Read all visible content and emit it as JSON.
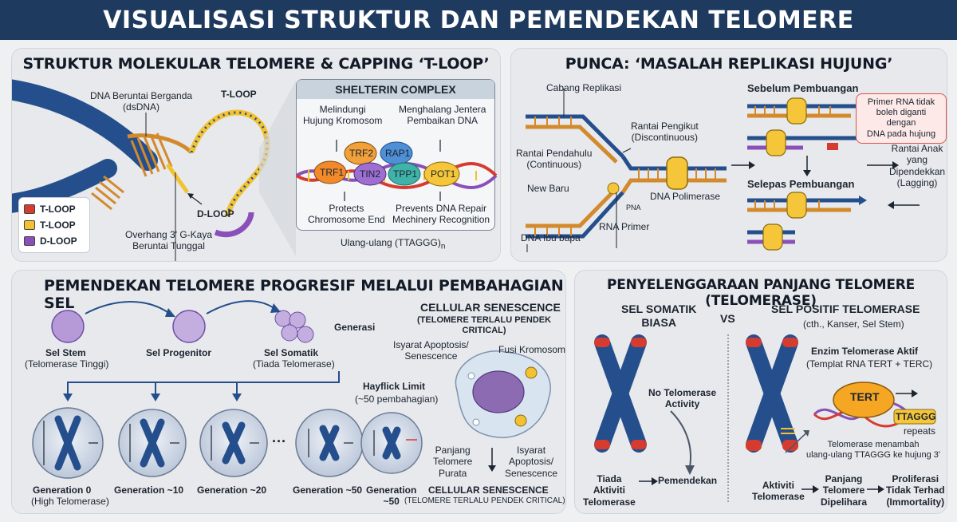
{
  "main_title": "VISUALISASI STRUKTUR DAN PEMENDEKAN TELOMERE",
  "panel1": {
    "heading": "STRUKTUR MOLEKULAR TELOMERE & CAPPING ‘T-LOOP’",
    "dsdna_label": "DNA Beruntai Berganda\n(dsDNA)",
    "tloop_label": "T-LOOP",
    "dloop_label": "D-LOOP",
    "overhang_label": "Overhang 3' G-Kaya\nBeruntai Tunggal",
    "legend": [
      {
        "name": "T-LOOP",
        "color": "#d63b2f"
      },
      {
        "name": "T-LOOP",
        "color": "#f2c230"
      },
      {
        "name": "D-LOOP",
        "color": "#8a4fb8"
      }
    ],
    "shelterin": {
      "title": "SHELTERIN COMPLEX",
      "top_left": "Melindungi\nHujung Kromosom",
      "top_right": "Menghalang Jentera\nPembaikan DNA",
      "proteins": [
        {
          "name": "TRF2",
          "color": "#f2a03a"
        },
        {
          "name": "RAP1",
          "color": "#4f8fd6"
        },
        {
          "name": "TRF1",
          "color": "#f28a2c"
        },
        {
          "name": "TIN2",
          "color": "#9c6fd0"
        },
        {
          "name": "TPP1",
          "color": "#3fb3a8"
        },
        {
          "name": "POT1",
          "color": "#f5c63a"
        }
      ],
      "bottom_left": "Protects\nChromosome End",
      "bottom_right": "Prevents DNA Repair\nMechinery Recognition",
      "repeat": "Ulang-ulang (TTAGGG)",
      "repeat_sub": "n"
    }
  },
  "panel2": {
    "heading": "PUNCA: ‘MASALAH REPLIKASI HUJUNG’",
    "fork_label": "Cabang Replikasi",
    "lagging_label": "Rantai Pengikut\n(Discontinuous)",
    "leading_label": "Rantai Pendahulu\n(Continuous)",
    "new_label": "New Baru",
    "pna_label": "PNA",
    "polymerase_label": "DNA Polimerase",
    "primer_label": "RNA Primer",
    "parent_label": "DNA Ibu bapa",
    "before_label": "Sebelum Pembuangan",
    "after_label": "Selepas Pembuangan",
    "callout": "Primer RNA tidak\nboleh diganti dengan\nDNA pada hujung",
    "daughter_label": "Rantai Anak\nyang\nDipendekkan\n(Lagging)"
  },
  "panel3": {
    "heading": "PEMENDEKAN TELOMERE PROGRESIF MELALUI PEMBAHAGIAN SEL",
    "cells": [
      {
        "name": "Sel Stem",
        "sub": "(Telomerase Tinggi)"
      },
      {
        "name": "Sel Progenitor",
        "sub": ""
      },
      {
        "name": "Sel Somatik",
        "sub": "(Tiada Telomerase)"
      }
    ],
    "generasi": "Generasi",
    "generations": [
      {
        "name": "Generation 0",
        "sub": "(High Telomerase)"
      },
      {
        "name": "Generation ~10",
        "sub": ""
      },
      {
        "name": "Generation ~20",
        "sub": ""
      },
      {
        "name": "Generation ~50",
        "sub": ""
      },
      {
        "name": "Generation\n~50",
        "sub": ""
      }
    ],
    "dots": "···",
    "hayflick": "Hayflick Limit",
    "hayflick_sub": "(~50 pembahagian)",
    "senescence_title": "CELLULAR SENESCENCE",
    "senescence_sub": "(TELOMERE TERLALU PENDEK\nCRITICAL)",
    "signal_label": "Isyarat Apoptosis/\nSenescence",
    "fusion_label": "Fusi Kromosom",
    "short_label": "Panjang\nTelomere\nPurata",
    "signal2_label": "Isyarat\nApoptosis/\nSenescence",
    "senescence_bottom": "CELLULAR SENESCENCE",
    "senescence_bottom_sub": "(TELOMERE TERLALU PENDEK CRITICAL)"
  },
  "panel4": {
    "heading": "PENYELENGGARAAN PANJANG TELOMERE (TELOMERASE)",
    "left_title": "SEL SOMATIK\nBIASA",
    "vs": "VS",
    "right_title": "SEL POSITIF TELOMERASE",
    "right_sub": "(cth., Kanser, Sel Stem)",
    "no_activity": "No Telomerase\nActivity",
    "enzyme_title": "Enzim Telomerase Aktif",
    "enzyme_sub": "(Templat RNA TERT + TERC)",
    "tert": "TERT",
    "ttaggg": "TTAGGG",
    "repeats": "repeats",
    "adds_label": "Telomerase menambah\nulang-ulang TTAGGG ke hujung 3'",
    "no_activity_bottom": "Tiada\nAktiviti\nTelomerase",
    "shortening": "Pemendekan",
    "activity_bottom": "Aktiviti\nTelomerase",
    "maintained": "Panjang\nTelomere\nDipelihara",
    "proliferation": "Proliferasi\nTidak Terhad\n(Immortality)"
  }
}
